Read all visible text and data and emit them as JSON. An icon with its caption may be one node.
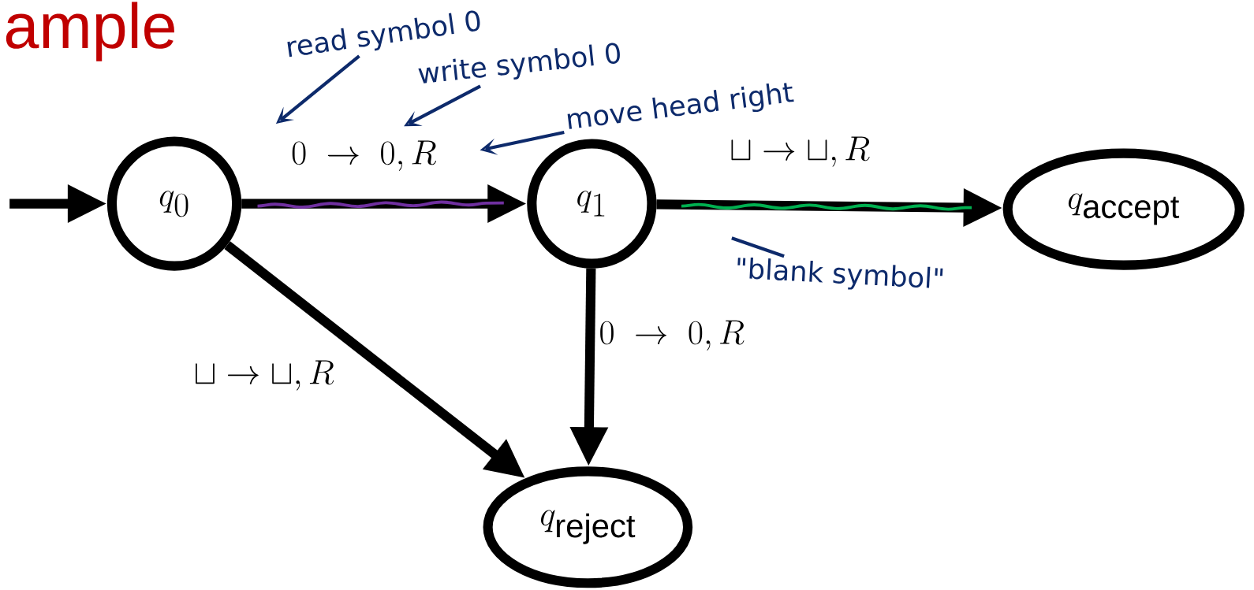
{
  "diagram": {
    "title": "ample",
    "nodes": [
      {
        "text": [
          "q_0"
        ]
      },
      {
        "text": [
          "q_1"
        ]
      },
      {
        "text": [
          "q_{\\text{accept}}"
        ]
      },
      {
        "text": [
          "q_{\\text{reject}}"
        ]
      },
      {
        "text": [
          "read symbol 0"
        ]
      },
      {
        "text": [
          "write symbol 0"
        ]
      },
      {
        "text": [
          "move head right"
        ]
      },
      {
        "text": [
          "\"blank symbol\""
        ]
      }
    ],
    "edges": [
      {
        "from": null,
        "to": 0,
        "arrow": "to"
      },
      {
        "from": 0,
        "to": 1,
        "arrow": "to",
        "label": "0 \\;\\to\\; 0, R"
      },
      {
        "from": 1,
        "to": 2,
        "arrow": "to",
        "label": "\\sqcup \\to \\sqcup, R"
      },
      {
        "from": 1,
        "to": 3,
        "arrow": "to",
        "label": "0 \\;\\to\\; 0, R"
      },
      {
        "from": 0,
        "to": 3,
        "arrow": "to",
        "label": "\\sqcup \\to \\sqcup, R"
      },
      {
        "from": 4,
        "to": null,
        "arrow": "to",
        "color": "#0d2a6b"
      },
      {
        "from": 5,
        "to": null,
        "arrow": "to",
        "color": "#0d2a6b"
      },
      {
        "from": 6,
        "to": null,
        "arrow": "to",
        "color": "#0d2a6b"
      },
      {
        "from": 7,
        "to": null,
        "arrow": "none",
        "color": "#0d2a6b"
      }
    ]
  }
}
